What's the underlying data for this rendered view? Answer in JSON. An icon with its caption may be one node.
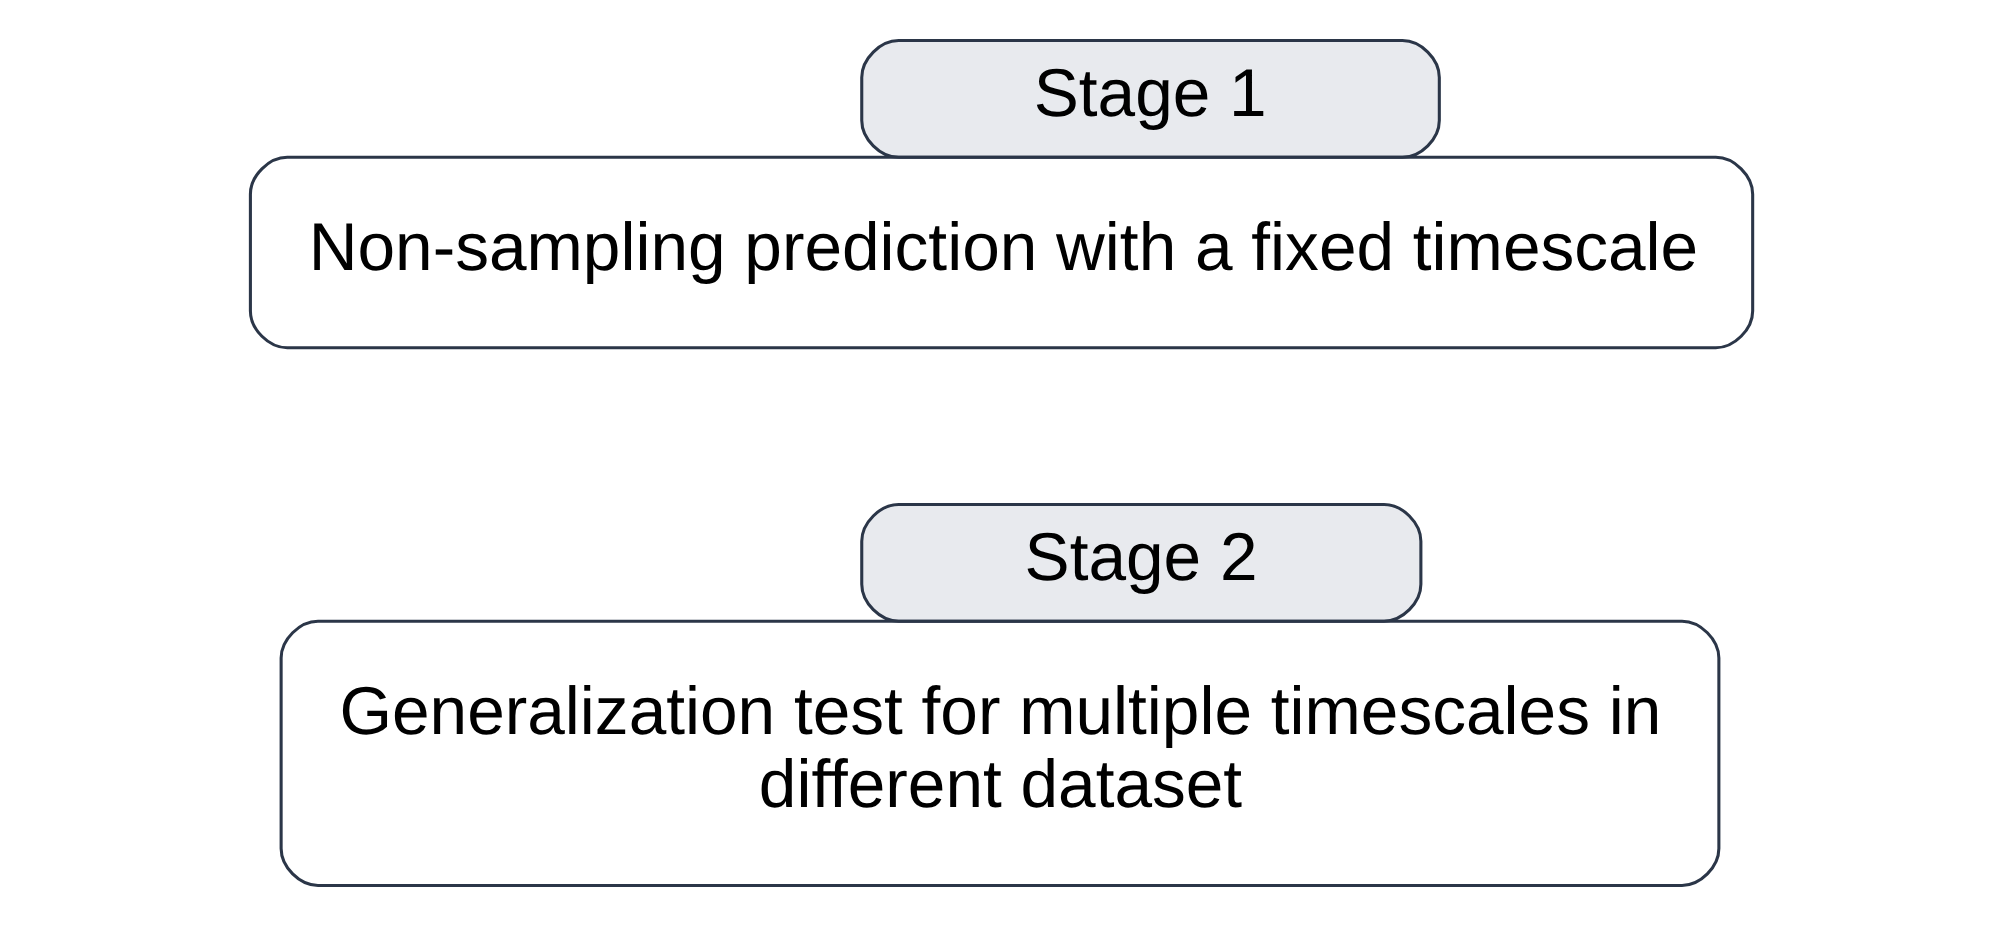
{
  "diagram": {
    "nodes": [
      {
        "text": [
          "Stage 1",
          "Non-sampling prediction with a fixed timescale"
        ]
      },
      {
        "text": [
          "Stage 2",
          "Generalization test for multiple timescales in different dataset"
        ]
      }
    ]
  }
}
